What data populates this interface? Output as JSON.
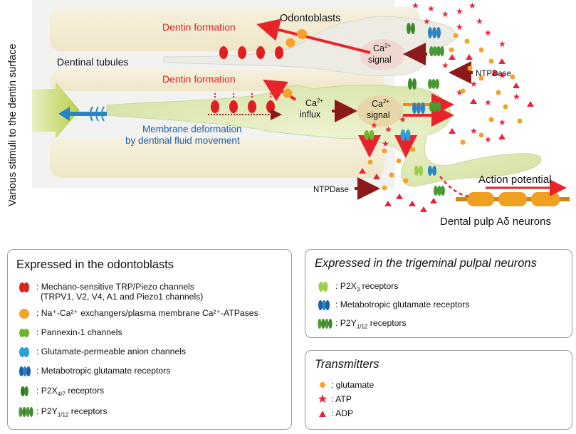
{
  "diagram": {
    "side_label": "Various stimuli to the dentin surface",
    "odontoblasts": "Odontoblasts",
    "dentin_formation_1": "Dentin formation",
    "dentin_formation_2": "Dentin formation",
    "dentinal_tubules": "Dentinal tubules",
    "ca_top": "signal",
    "ca_influx": "influx",
    "ca_mid": "signal",
    "membrane_deformation_1": "Membrane deformation",
    "membrane_deformation_2": "by dentinal fluid movement",
    "ntpdase_top": "NTPDase",
    "ntpdase_bottom": "NTPDase",
    "action_potential": "Action potential",
    "neurons": "Dental pulp Aδ neurons"
  },
  "odontoblast_legend": {
    "title": "Expressed in the odontoblasts",
    "mechano_line1": ": Mechano-sensitive TRP/Piezo channels",
    "mechano_line2": "(TRPV1, V2, V4, A1 and Piezo1 channels)",
    "exchangers": ": Na⁺-Ca²⁺ exchangers/plasma membrane Ca²⁺-ATPases",
    "pannexin": ": Pannexin-1 channels",
    "glutamate_anion": ": Glutamate-permeable anion channels",
    "metabotropic": ": Metabotropic glutamate receptors",
    "p2x47": ": P2X4/7 receptors",
    "p2y": ": P2Y1/12 receptors"
  },
  "neuron_legend": {
    "title": "Expressed in the trigeminal pulpal neurons",
    "p2x3": ": P2X3 receptors",
    "metabotropic": ": Metabotropic glutamate receptors",
    "p2y": ": P2Y1/12 receptors"
  },
  "transmitter_legend": {
    "title": "Transmitters",
    "glutamate": ": glutamate",
    "atp": ": ATP",
    "adp": ": ADP"
  },
  "colors": {
    "red_channel": "#e02020",
    "orange": "#f4a22a",
    "green_cell": "#dbe7b6",
    "arrow_blue": "#2a83c4",
    "dark_red_arrow": "#8b1a1a",
    "red_arrow": "#e8242a",
    "text_red": "#e0201f",
    "text_blue": "#1f5fa8"
  }
}
